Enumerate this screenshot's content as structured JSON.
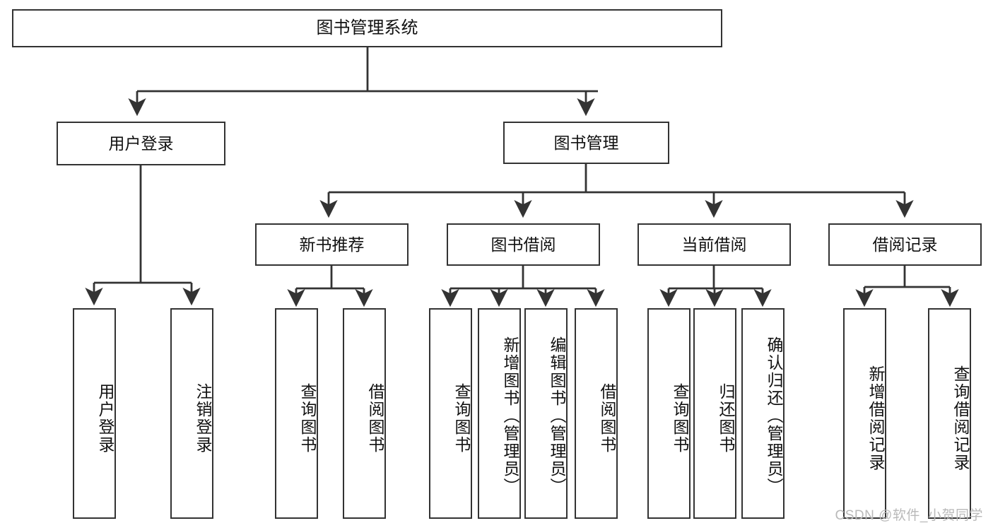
{
  "diagram": {
    "title": "图书管理系统",
    "root": {
      "label": "图书管理系统"
    },
    "level2": [
      {
        "label": "用户登录"
      },
      {
        "label": "图书管理"
      }
    ],
    "level3": [
      {
        "label": "新书推荐"
      },
      {
        "label": "图书借阅"
      },
      {
        "label": "当前借阅"
      },
      {
        "label": "借阅记录"
      }
    ],
    "leaves": [
      {
        "label": "用户登录"
      },
      {
        "label": "注销登录"
      },
      {
        "label": "查询图书"
      },
      {
        "label": "借阅图书"
      },
      {
        "label": "查询图书"
      },
      {
        "label": "新增图书（管理员）"
      },
      {
        "label": "编辑图书（管理员）"
      },
      {
        "label": "借阅图书"
      },
      {
        "label": "查询图书"
      },
      {
        "label": "归还图书"
      },
      {
        "label": "确认归还（管理员）"
      },
      {
        "label": "新增借阅记录"
      },
      {
        "label": "查询借阅记录"
      }
    ]
  },
  "watermark": {
    "text": "CSDN @软件_小贺同学"
  },
  "colors": {
    "stroke": "#333333",
    "fill": "#ffffff",
    "text": "#111111",
    "watermark": "#b9b9b9"
  }
}
